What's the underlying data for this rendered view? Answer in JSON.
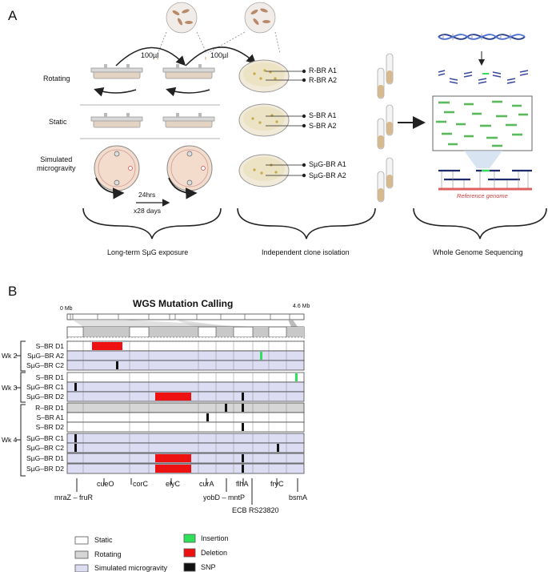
{
  "panel_a": {
    "letter": "A",
    "volume": "100µl",
    "rows": [
      "Rotating",
      "Static",
      "Simulated\nmicrogravity"
    ],
    "timing": [
      "24hrs",
      "x28 days"
    ],
    "clones": [
      "R-BR A1",
      "R-BR A2",
      "S-BR A1",
      "S-BR A2",
      "SµG-BR A1",
      "SµG-BR A2"
    ],
    "reference": "Reference genome",
    "captions": [
      "Long-term SµG exposure",
      "Independent clone isolation",
      "Whole Genome Sequencing"
    ]
  },
  "panel_b": {
    "letter": "B",
    "title": "WGS Mutation Calling",
    "genome_start": "0 Mb",
    "genome_end": "4.6 Mb",
    "weeks": [
      "Wk 2",
      "Wk 3",
      "Wk 4"
    ],
    "rows": [
      {
        "label": "S–BR D1",
        "cond": "static"
      },
      {
        "label": "SµG–BR A2",
        "cond": "smg"
      },
      {
        "label": "SµG–BR C2",
        "cond": "smg"
      },
      {
        "label": "S–BR D1",
        "cond": "static"
      },
      {
        "label": "SµG–BR C1",
        "cond": "smg"
      },
      {
        "label": "SµG–BR D2",
        "cond": "smg"
      },
      {
        "label": "R–BR D1",
        "cond": "rotating"
      },
      {
        "label": "S–BR A1",
        "cond": "static"
      },
      {
        "label": "S–BR D2",
        "cond": "static"
      },
      {
        "label": "SµG–BR C1",
        "cond": "smg"
      },
      {
        "label": "SµG–BR C2",
        "cond": "smg"
      },
      {
        "label": "SµG–BR D1",
        "cond": "smg"
      },
      {
        "label": "SµG–BR D2",
        "cond": "smg"
      }
    ],
    "genes_top": [
      "cueO",
      "corC",
      "elyC",
      "curA",
      "flhA",
      "fryC"
    ],
    "genes_bottom": [
      "mraZ – fruR",
      "yobD – mntP",
      "bsmA",
      "ECB RS23820"
    ],
    "legend": {
      "conditions": [
        "Static",
        "Rotating",
        "Simulated microgravity"
      ],
      "mutations": [
        "Insertion",
        "Deletion",
        "SNP"
      ]
    },
    "colors": {
      "static": "#ffffff",
      "rotating": "#d6d6d6",
      "smg": "#dcdcf2",
      "insertion": "#2ee05a",
      "deletion": "#ee1111",
      "snp": "#111111"
    }
  }
}
